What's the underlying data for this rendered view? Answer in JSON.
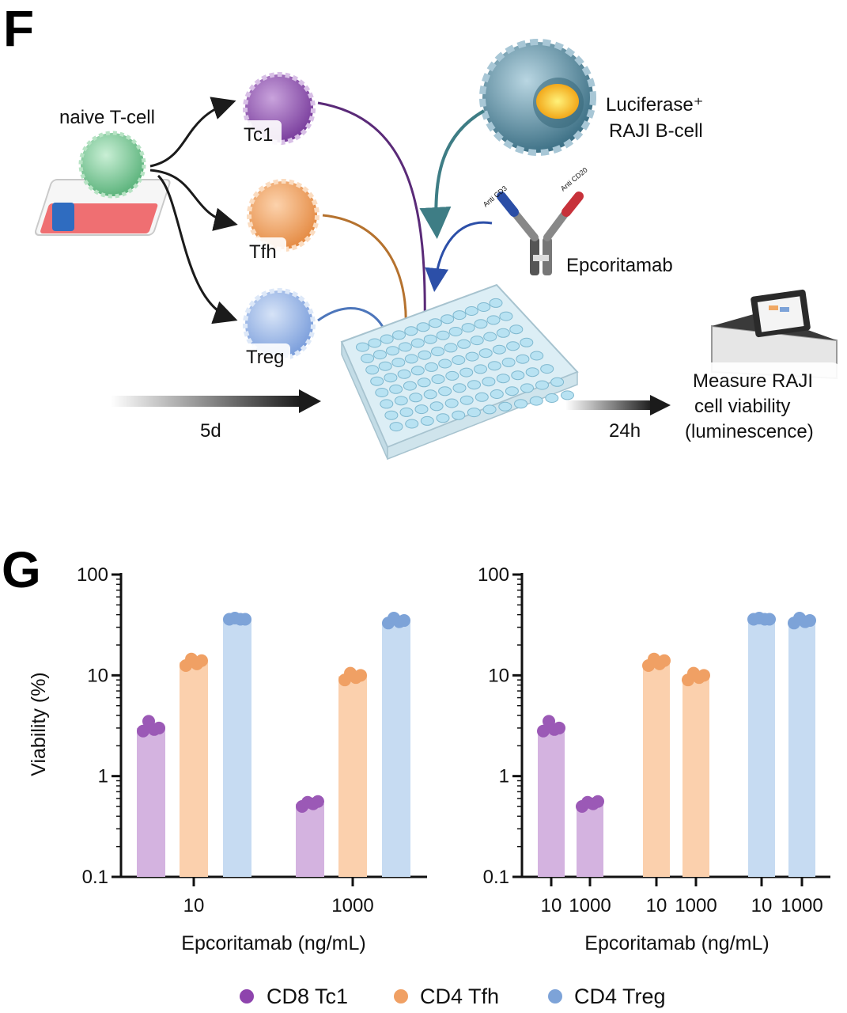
{
  "figure": {
    "panel_f_letter": "F",
    "panel_g_letter": "G"
  },
  "schematic": {
    "naive_label": "naive T-cell",
    "tc1_label": "Tc1",
    "tfh_label": "Tfh",
    "treg_label": "Treg",
    "raji_line1": "Luciferase⁺",
    "raji_line2": "RAJI B-cell",
    "anti_cd3": "Anti CD3",
    "anti_cd20": "Anti CD20",
    "antibody_label": "Epcoritamab",
    "duration_1": "5d",
    "duration_2": "24h",
    "readout_line1": "Measure RAJI",
    "readout_line2": "cell viability",
    "readout_line3": "(luminescence)",
    "colors": {
      "tc1": "#9b6bb5",
      "tfh": "#f0a86b",
      "treg": "#9bb9e6",
      "naive": "#7fcf9c",
      "raji": "#5b8fa3",
      "arrow_tc1": "#5a2a78",
      "arrow_tfh": "#b5722e",
      "arrow_treg": "#4d76bb",
      "arrow_raji": "#3e7d85",
      "arrow_epco": "#2c4fa8"
    }
  },
  "chart_data": [
    {
      "type": "bar",
      "yscale": "log",
      "ylim": [
        0.1,
        100
      ],
      "yticks": [
        "0.1",
        "1",
        "10",
        "100"
      ],
      "ylabel": "Viability (%)",
      "xlabel": "Epcoritamab (ng/mL)",
      "categories": [
        "10",
        "1000"
      ],
      "series": [
        {
          "name": "CD8 Tc1",
          "color": "#9b59b6",
          "bar_color": "#d4b3e0",
          "values": [
            3.0,
            0.53
          ],
          "points": [
            [
              2.8,
              3.5,
              2.9,
              3.0
            ],
            [
              0.5,
              0.55,
              0.53,
              0.56
            ]
          ]
        },
        {
          "name": "CD4 Tfh",
          "color": "#f0a064",
          "bar_color": "#fbd0ad",
          "values": [
            13.5,
            9.8
          ],
          "points": [
            [
              12.5,
              14.5,
              13.0,
              14.0
            ],
            [
              9.0,
              10.5,
              9.5,
              10.0
            ]
          ]
        },
        {
          "name": "CD4 Treg",
          "color": "#7da3d8",
          "bar_color": "#c6dbf2",
          "values": [
            36,
            34
          ],
          "points": [
            [
              36,
              37,
              36,
              36
            ],
            [
              33,
              37,
              34,
              35
            ]
          ]
        }
      ]
    },
    {
      "type": "bar",
      "yscale": "log",
      "ylim": [
        0.1,
        100
      ],
      "yticks": [
        "0.1",
        "1",
        "10",
        "100"
      ],
      "ylabel": "",
      "xlabel": "Epcoritamab (ng/mL)",
      "groups": [
        {
          "name": "CD8 Tc1",
          "categories": [
            "10",
            "1000"
          ],
          "values": [
            3.0,
            0.53
          ],
          "points": [
            [
              2.8,
              3.5,
              2.9,
              3.0
            ],
            [
              0.5,
              0.55,
              0.53,
              0.56
            ]
          ]
        },
        {
          "name": "CD4 Tfh",
          "categories": [
            "10",
            "1000"
          ],
          "values": [
            13.5,
            9.8
          ],
          "points": [
            [
              12.5,
              14.5,
              13.0,
              14.0
            ],
            [
              9.0,
              10.5,
              9.5,
              10.0
            ]
          ]
        },
        {
          "name": "CD4 Treg",
          "categories": [
            "10",
            "1000"
          ],
          "values": [
            36,
            34
          ],
          "points": [
            [
              36,
              37,
              36,
              36
            ],
            [
              33,
              37,
              34,
              35
            ]
          ]
        }
      ]
    }
  ],
  "legend": {
    "items": [
      {
        "label": "CD8 Tc1",
        "color": "#8e44ad"
      },
      {
        "label": "CD4 Tfh",
        "color": "#f0a064"
      },
      {
        "label": "CD4 Treg",
        "color": "#7da3d8"
      }
    ]
  }
}
